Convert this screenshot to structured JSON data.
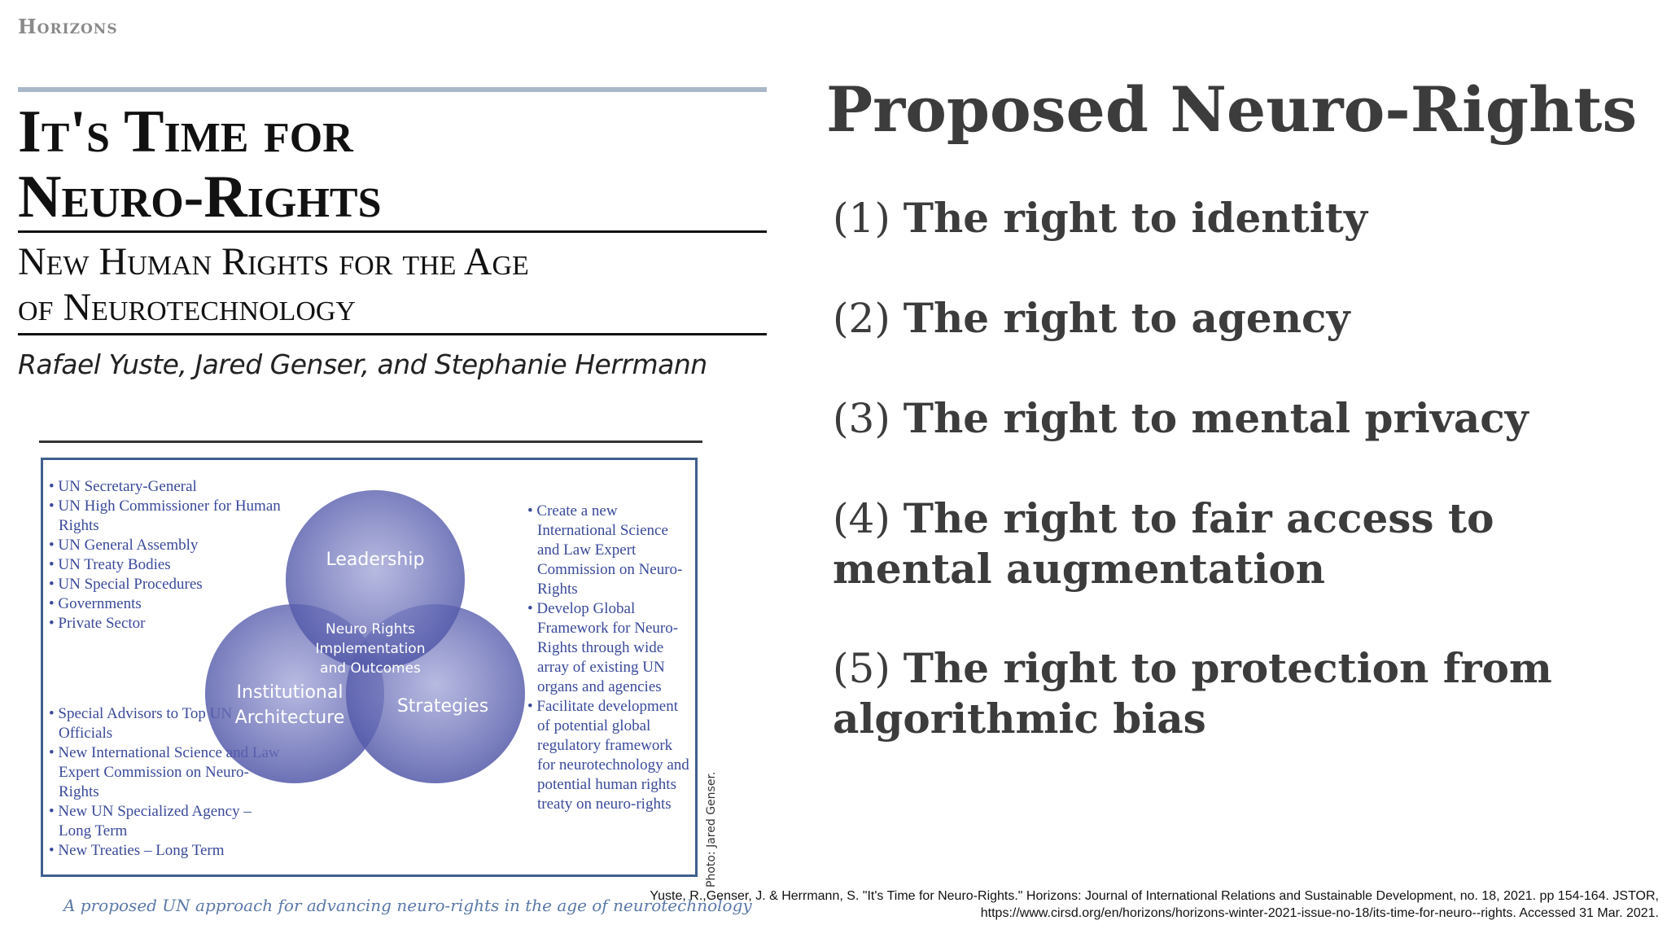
{
  "brand": "Horizons",
  "article": {
    "title": "It's Time for\nNeuro-Rights",
    "subtitle": "New Human Rights for the Age\nof Neurotechnology",
    "authors": "Rafael Yuste, Jared Genser, and Stephanie Herrmann"
  },
  "figure": {
    "venn": {
      "leadership": "Leadership",
      "institutional": [
        "Institutional",
        "Architecture"
      ],
      "strategies": "Strategies",
      "center": [
        "Neuro Rights",
        "Implementation",
        "and Outcomes"
      ]
    },
    "leadership_list": [
      "UN Secretary-General",
      "UN High Commissioner for Human Rights",
      "UN General Assembly",
      "UN Treaty Bodies",
      "UN Special Procedures",
      "Governments",
      "Private Sector"
    ],
    "institutional_list": [
      "Special Advisors to Top UN Officials",
      "New International Science and Law Expert Commission on Neuro-Rights",
      "New UN Specialized Agency – Long Term",
      "New Treaties – Long Term"
    ],
    "strategies_list": [
      "Create a new International Science and Law Expert Commission on Neuro-Rights",
      "Develop Global Framework for Neuro-Rights through wide array of existing UN organs and agencies",
      "Facilitate development of potential global regulatory framework for neurotechnology and potential human rights treaty on neuro-rights"
    ],
    "photo_credit": "Photo: Jared Genser.",
    "caption": "A proposed UN approach for advancing neuro-rights in the age of neurotechnology",
    "colors": {
      "circle": "#5a5fae",
      "list_text": "#3a4a9a",
      "border": "#3f5f8f"
    }
  },
  "section_title": "Proposed Neuro-Rights",
  "rights": [
    {
      "num": "(1)",
      "text": "The right to identity"
    },
    {
      "num": "(2)",
      "text": "The right to agency"
    },
    {
      "num": "(3)",
      "text": "The right to mental privacy"
    },
    {
      "num": "(4)",
      "text": "The right to fair access to mental augmentation"
    },
    {
      "num": "(5)",
      "text": "The right to protection from algorithmic bias"
    }
  ],
  "citation": "Yuste, R.,Genser, J. & Herrmann, S. \"It's Time for Neuro-Rights.\" Horizons: Journal of International Relations and Sustainable Development, no. 18, 2021. pp 154-164. JSTOR, https://www.cirsd.org/en/horizons/horizons-winter-2021-issue-no-18/its-time-for-neuro--rights. Accessed 31 Mar. 2021."
}
